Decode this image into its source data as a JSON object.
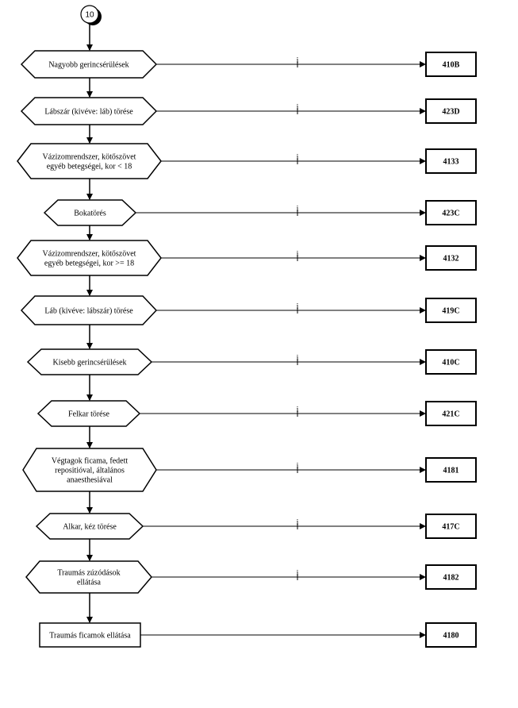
{
  "start_connector": "10",
  "rows": [
    {
      "shape": "hexagon",
      "lines": [
        "Nagyobb gerincsérülések"
      ],
      "branch": "i",
      "code": "410B"
    },
    {
      "shape": "hexagon",
      "lines": [
        "Lábszár (kivéve: láb)  törése"
      ],
      "branch": "i",
      "code": "423D"
    },
    {
      "shape": "hexagon",
      "lines": [
        "Vázizomrendszer, kötőszövet",
        "egyéb betegségei, kor < 18"
      ],
      "branch": "i",
      "code": "4133"
    },
    {
      "shape": "hexagon",
      "lines": [
        "Bokatörés"
      ],
      "branch": "i",
      "code": "423C"
    },
    {
      "shape": "hexagon",
      "lines": [
        "Vázizomrendszer, kötőszövet",
        "egyéb betegségei, kor >= 18"
      ],
      "branch": "i",
      "code": "4132"
    },
    {
      "shape": "hexagon",
      "lines": [
        "Láb (kivéve: lábszár)  törése"
      ],
      "branch": "i",
      "code": "419C"
    },
    {
      "shape": "hexagon",
      "lines": [
        "Kisebb gerincsérülések"
      ],
      "branch": "i",
      "code": "410C"
    },
    {
      "shape": "hexagon",
      "lines": [
        "Felkar törése"
      ],
      "branch": "i",
      "code": "421C"
    },
    {
      "shape": "hexagon",
      "lines": [
        "Végtagok ficama, fedett",
        "repositióval, általános",
        "anaesthesiával"
      ],
      "branch": "i",
      "code": "4181"
    },
    {
      "shape": "hexagon",
      "lines": [
        "Alkar, kéz törése"
      ],
      "branch": "i",
      "code": "417C"
    },
    {
      "shape": "hexagon",
      "lines": [
        "Traumás zúzódások",
        "ellátása"
      ],
      "branch": "i",
      "code": "4182"
    },
    {
      "shape": "rect",
      "lines": [
        "Traumás ficamok ellátása"
      ],
      "branch": "",
      "code": "4180"
    }
  ]
}
